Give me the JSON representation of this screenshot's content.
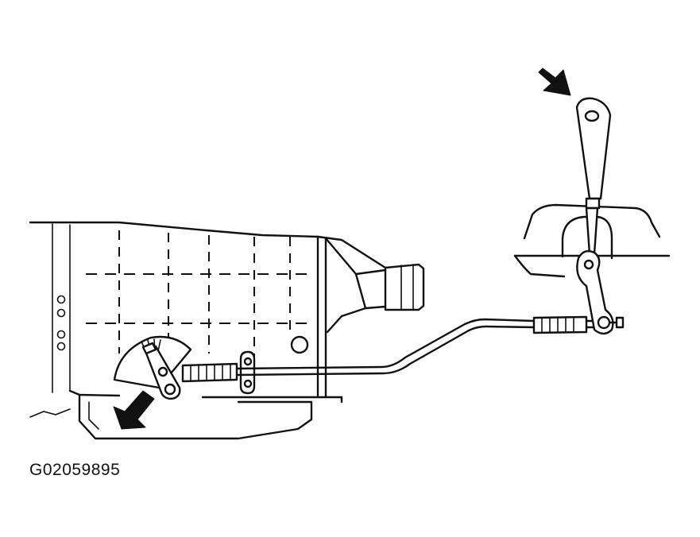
{
  "figure": {
    "id_label": "G02059895"
  },
  "colors": {
    "ink": "#111111",
    "background": "#ffffff"
  },
  "parts": [
    "transmission-case",
    "oil-pan",
    "tailshaft-housing",
    "manual-shift-lever",
    "shift-cable",
    "cable-boot",
    "cable-bracket",
    "shift-selector-lever",
    "floor-console",
    "indicator-arrow"
  ]
}
